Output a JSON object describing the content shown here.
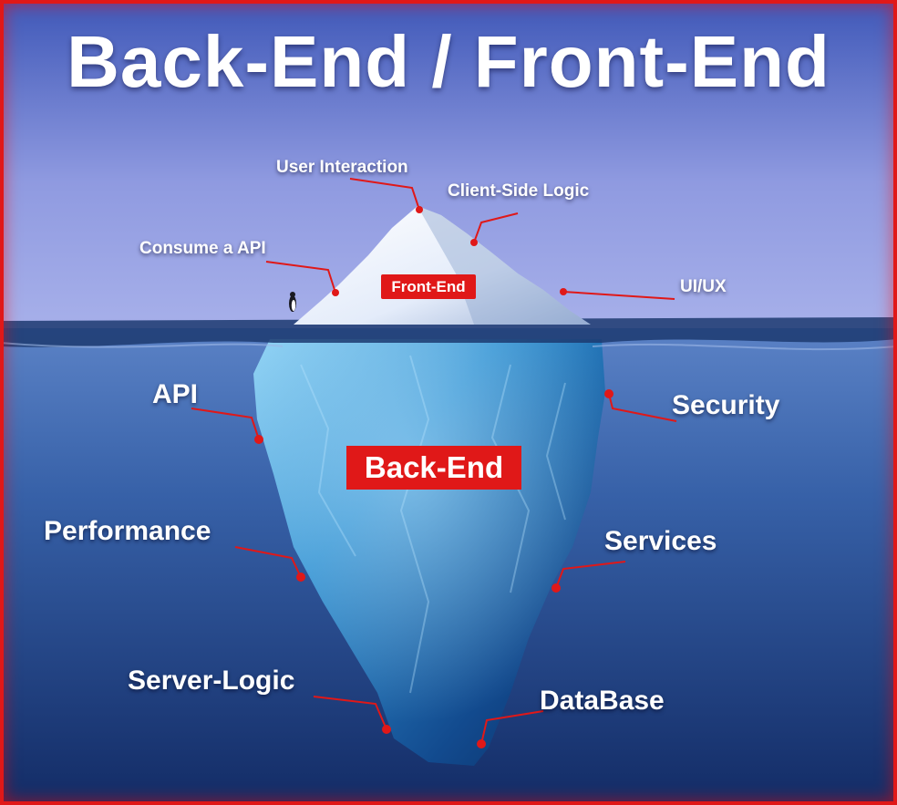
{
  "title": "Back-End / Front-End",
  "tags": {
    "front_end": "Front-End",
    "back_end": "Back-End"
  },
  "labels": {
    "user_interaction": "User Interaction",
    "client_side_logic": "Client-Side Logic",
    "consume_api": "Consume a API",
    "ui_ux": "UI/UX",
    "api": "API",
    "security": "Security",
    "performance": "Performance",
    "services": "Services",
    "server_logic": "Server-Logic",
    "database": "DataBase"
  },
  "colors": {
    "accent": "#e01818",
    "label_text": "#ffffff",
    "sky_top": "#3f58b8",
    "water_deep": "#132c66"
  }
}
